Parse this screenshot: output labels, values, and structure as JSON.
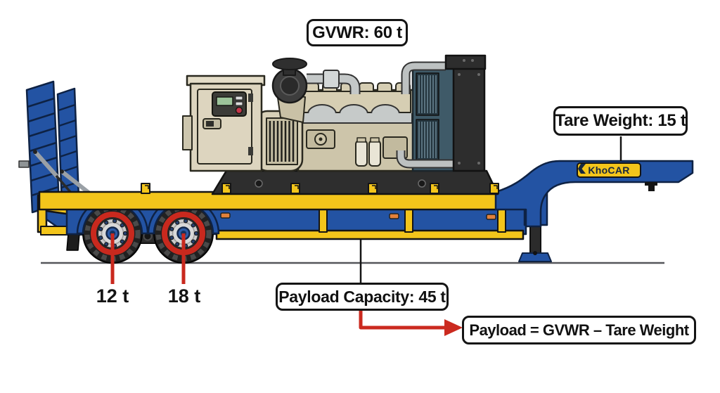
{
  "callouts": {
    "gvwr": {
      "text": "GVWR: 60 t"
    },
    "tare_weight": {
      "text": "Tare Weight: 15 t"
    },
    "payload_capacity": {
      "text": "Payload Capacity: 45 t"
    },
    "formula": {
      "text": "Payload = GVWR – Tare Weight"
    }
  },
  "axle_loads": {
    "front_axle": "12 t",
    "rear_axle": "18 t"
  },
  "brand": {
    "name": "KhoCAR",
    "icon": "khocar-chevron-icon"
  },
  "colors": {
    "trailer_blue": "#2353a3",
    "trailer_yellow": "#f3c51b",
    "highlight_red": "#c9291e",
    "arrow_red": "#cb2a1f",
    "engine_beige": "#cdc5aa",
    "cabinet_beige": "#ddd5bf",
    "radiator_slate": "#3f5a68",
    "outline_dark": "#141414",
    "ground_gray": "#55565a",
    "background": "#ffffff"
  }
}
